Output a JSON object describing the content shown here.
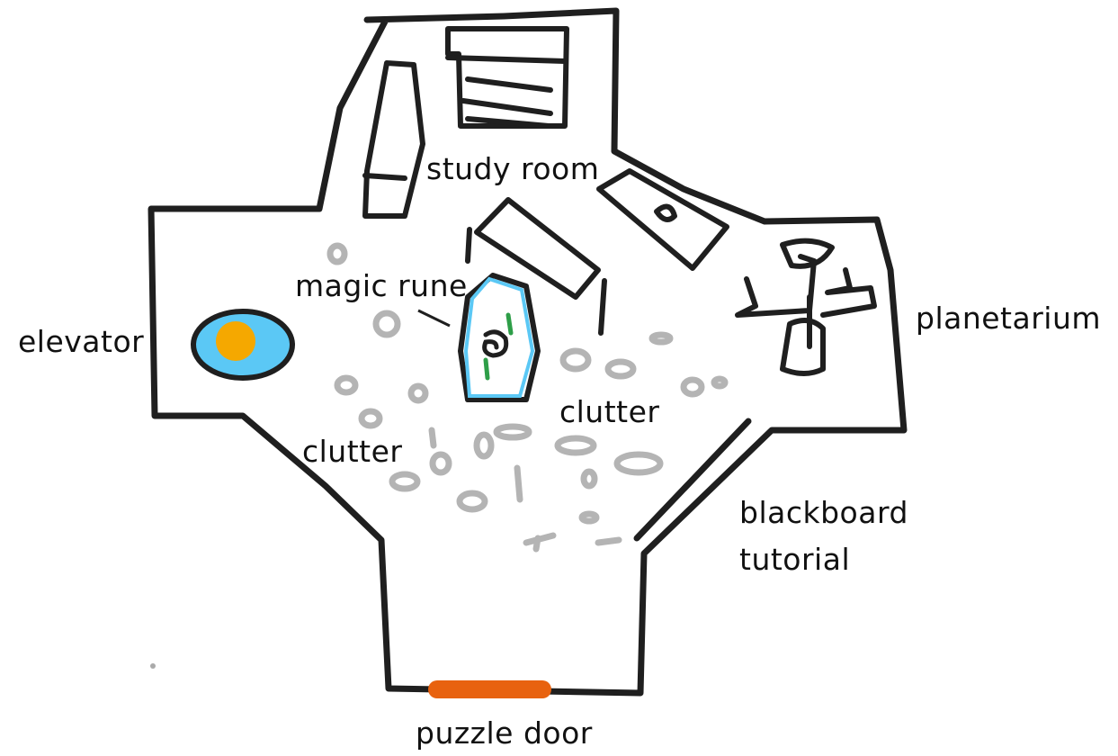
{
  "diagram": {
    "type": "hand-drawn floor plan",
    "labels": {
      "study_room": "study room",
      "elevator": "elevator",
      "magic_rune": "magic rune",
      "planetarium": "planetarium",
      "clutter_left": "clutter",
      "clutter_right": "clutter",
      "blackboard_line1": "blackboard",
      "blackboard_line2": "tutorial",
      "puzzle_door": "puzzle door"
    },
    "colors": {
      "wall": "#1f1f1f",
      "elevator_fill": "#5bc8f5",
      "elevator_core": "#f5a800",
      "rune_outline": "#5bc8f5",
      "rune_accent": "#2e9e48",
      "clutter": "#b4b4b4",
      "door": "#e8620f"
    }
  }
}
